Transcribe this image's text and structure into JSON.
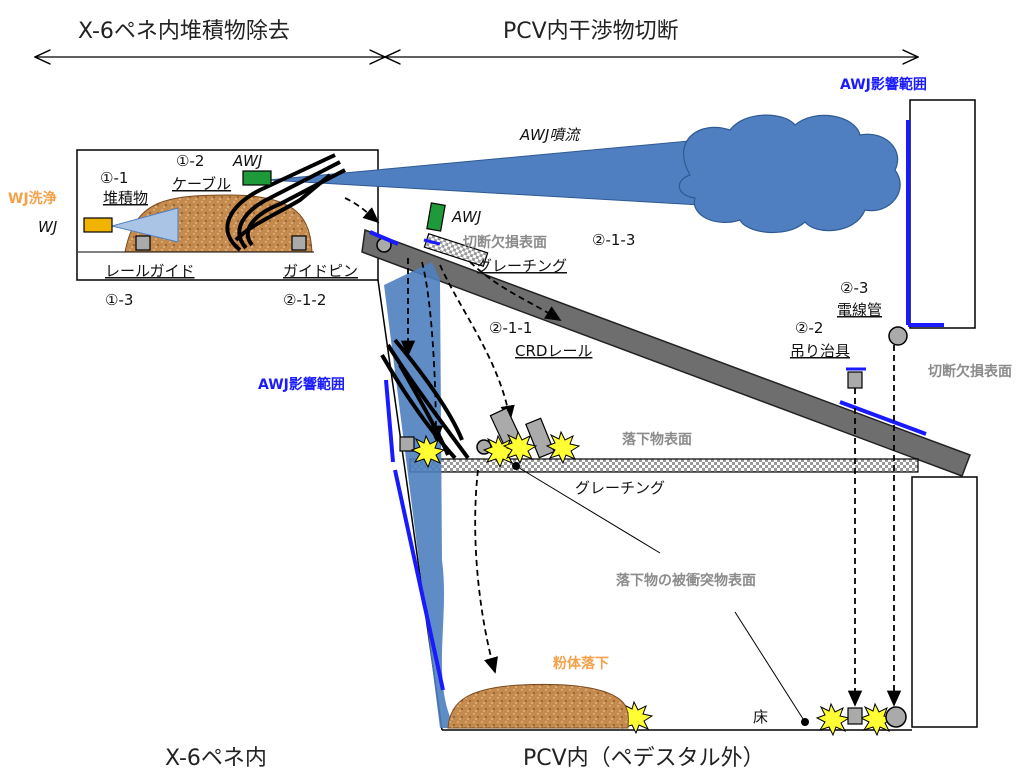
{
  "headings": {
    "top_left": "X-6ペネ内堆積物除去",
    "top_right": "PCV内干渉物切断",
    "bottom_left": "X-6ペネ内",
    "bottom_right": "PCV内（ペデスタル外）"
  },
  "labels": {
    "awj_jet": "AWJ噴流",
    "awj_range_top": "AWJ影響範囲",
    "awj_range_left": "AWJ影響範囲",
    "wj_wash": "WJ洗浄",
    "wj": "WJ",
    "item_1_1": "①-1",
    "deposit": "堆積物",
    "item_1_2": "①-2",
    "cable": "ケーブル",
    "awj_tool_1": "AWJ",
    "awj_tool_2": "AWJ",
    "rail_guide": "レールガイド",
    "guide_pin": "ガイドピン",
    "item_1_3": "①-3",
    "item_2_1_2": "②-1-2",
    "cut_damaged_surface_1": "切断欠損表面",
    "item_2_1_3": "②-1-3",
    "grating_1": "グレーチング",
    "item_2_1_1": "②-1-1",
    "crd_rail": "CRDレール",
    "item_2_3": "②-3",
    "conduit": "電線管",
    "item_2_2": "②-2",
    "hanging_jig": "吊り治具",
    "cut_damaged_surface_2": "切断欠損表面",
    "falling_surface": "落下物表面",
    "grating_2": "グレーチング",
    "impacted_surface": "落下物の被衝突物表面",
    "powder_fall": "粉体落下",
    "floor": "床"
  },
  "colors": {
    "jet_blue": "#4f7fc0",
    "range_blue": "#1a1aff",
    "orange": "#f4a14a",
    "gray_text": "#8c8c8c",
    "awj_green": "#1e9a3a",
    "wj_yellow": "#f0b400",
    "deposit_brown": "#c58a4e",
    "beam_gray": "#6e6e6e",
    "spark_yellow": "#ffff33"
  }
}
